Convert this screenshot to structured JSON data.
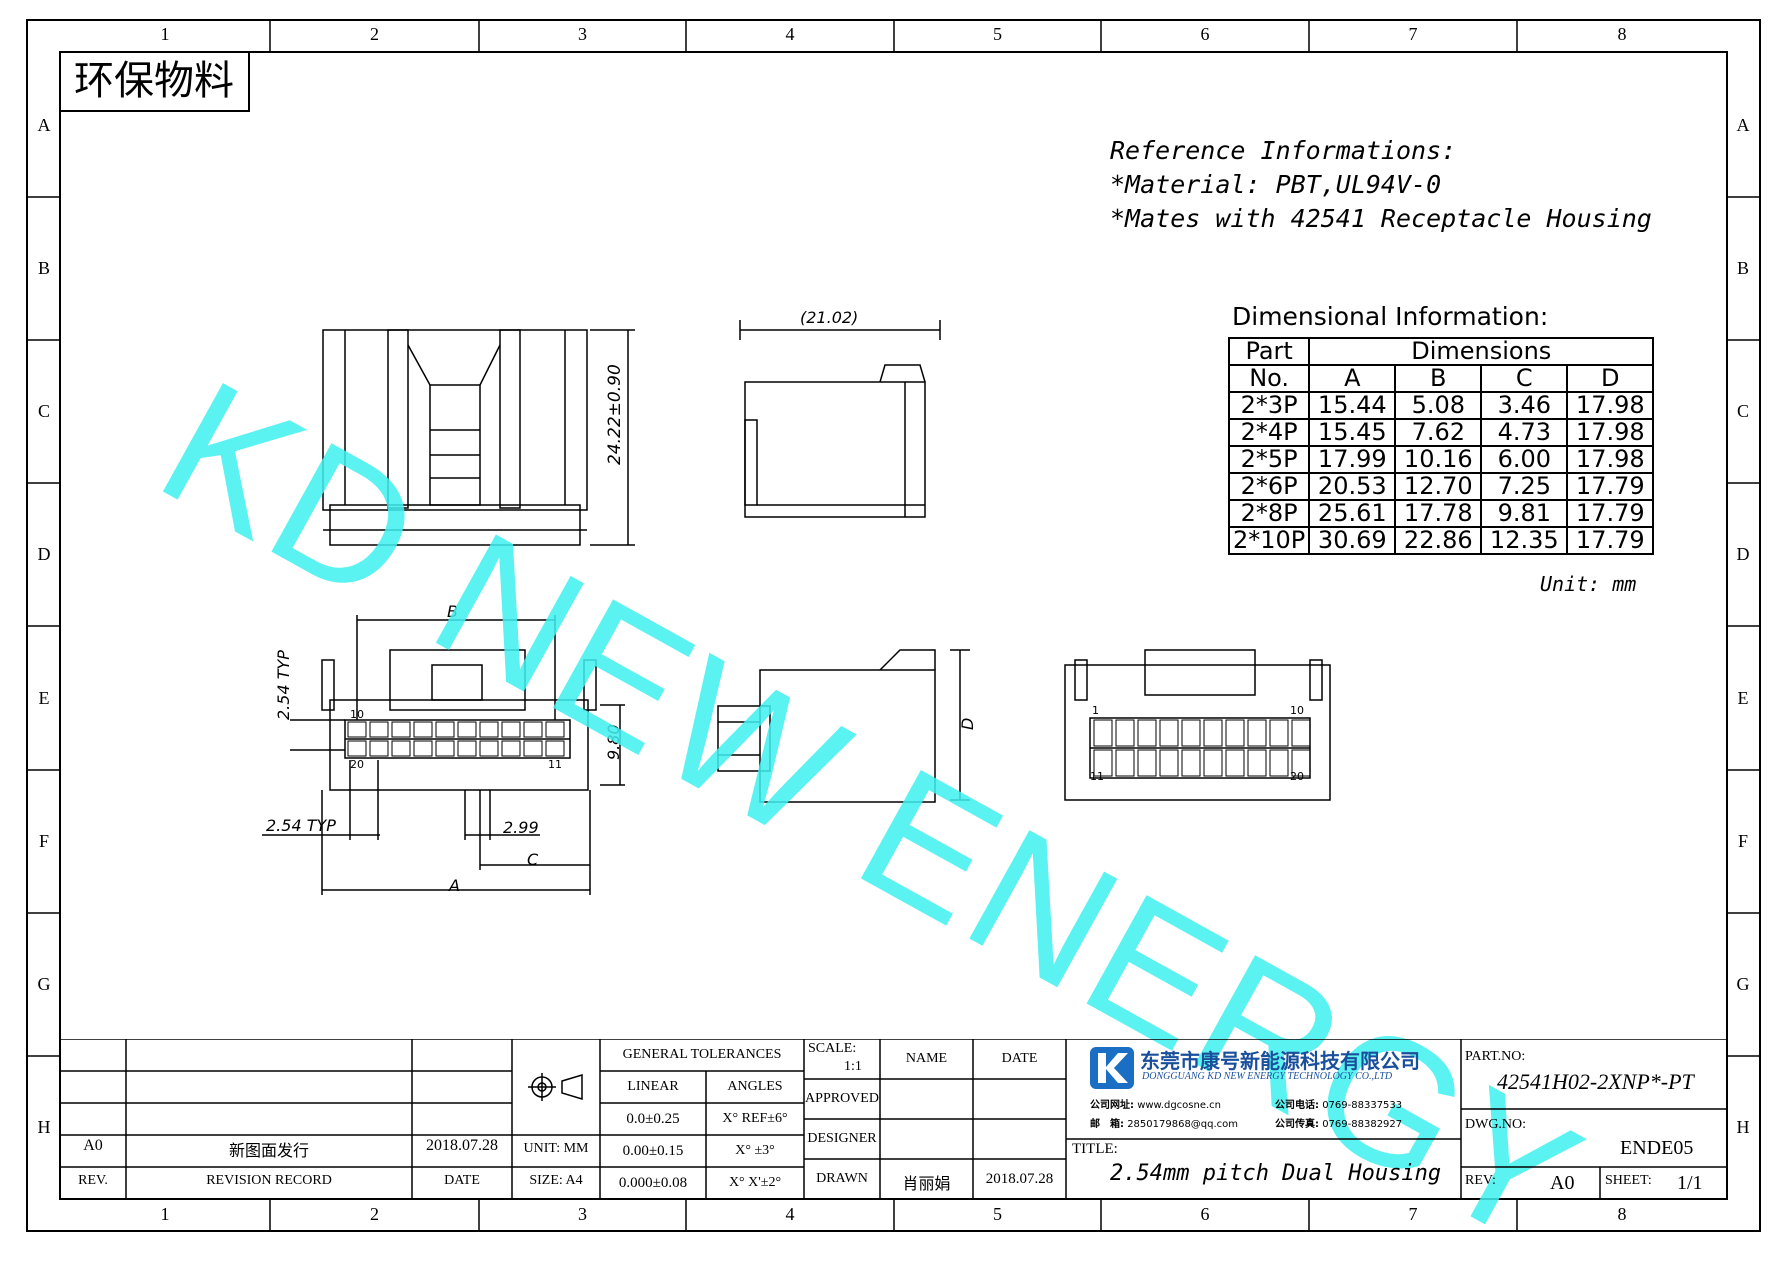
{
  "grid": {
    "columns": [
      "1",
      "2",
      "3",
      "4",
      "5",
      "6",
      "7",
      "8"
    ],
    "rows": [
      "A",
      "B",
      "C",
      "D",
      "E",
      "F",
      "G",
      "H"
    ]
  },
  "stamp": "环保物料",
  "reference": {
    "title": "Reference Informations:",
    "material": "*Material: PBT,UL94V-0",
    "mates": "*Mates with 42541  Receptacle Housing"
  },
  "dimensional": {
    "title": "Dimensional  Information:",
    "header_part": "Part",
    "header_no": "No.",
    "header_dims": "Dimensions",
    "columns": [
      "A",
      "B",
      "C",
      "D"
    ],
    "rows": [
      {
        "part": "2*3P",
        "a": "15.44",
        "b": "5.08",
        "c": "3.46",
        "d": "17.98"
      },
      {
        "part": "2*4P",
        "a": "15.45",
        "b": "7.62",
        "c": "4.73",
        "d": "17.98"
      },
      {
        "part": "2*5P",
        "a": "17.99",
        "b": "10.16",
        "c": "6.00",
        "d": "17.98"
      },
      {
        "part": "2*6P",
        "a": "20.53",
        "b": "12.70",
        "c": "7.25",
        "d": "17.79"
      },
      {
        "part": "2*8P",
        "a": "25.61",
        "b": "17.78",
        "c": "9.81",
        "d": "17.79"
      },
      {
        "part": "2*10P",
        "a": "30.69",
        "b": "22.86",
        "c": "12.35",
        "d": "17.79"
      }
    ],
    "unit": "Unit: mm"
  },
  "drawing_labels": {
    "height": "24.22±0.90",
    "width": "(21.02)",
    "b": "B",
    "a": "A",
    "c": "C",
    "d": "D",
    "typ_v": "2.54 TYP",
    "typ_h": "2.54  TYP",
    "pitch": "2.99",
    "row_h": "9.80",
    "pin10": "10",
    "pin20": "20",
    "pin11": "11",
    "pin1": "1"
  },
  "watermark": "KD NEW ENERGY",
  "title_block": {
    "rev_code": "A0",
    "rev_desc": "新图面发行",
    "rev_date": "2018.07.28",
    "hdr_rev": "REV.",
    "hdr_record": "REVISION RECORD",
    "hdr_date": "DATE",
    "unit": "UNIT: MM",
    "size": "SIZE: A4",
    "gen_tol": "GENERAL TOLERANCES",
    "linear": "LINEAR",
    "angles": "ANGLES",
    "tol1": "0.0±0.25",
    "tol2": "0.00±0.15",
    "tol3": "0.000±0.08",
    "ang1": "X° REF±6°",
    "ang2": "X° ±3°",
    "ang3": "X° X'±2°",
    "scale_lbl": "SCALE:",
    "scale_val": "1:1",
    "name": "NAME",
    "date": "DATE",
    "approved": "APPROVED",
    "designer": "DESIGNER",
    "drawn": "DRAWN",
    "drawn_name": "肖丽娟",
    "drawn_date": "2018.07.28",
    "company_cn": "东莞市康号新能源科技有限公司",
    "company_en": "DONGGUANG KD NEW ENERGY TECHNOLOGY CO.,LTD",
    "web_lbl": "公司网址:",
    "web_val": "www.dgcosne.cn",
    "tel_lbl": "公司电话:",
    "tel_val": "0769-88337533",
    "mail_lbl": "邮　箱:",
    "mail_val": "2850179868@qq.com",
    "fax_lbl": "公司传真:",
    "fax_val": "0769-88382927",
    "title_lbl": "TITLE:",
    "title_val": "2.54mm pitch Dual Housing",
    "part_lbl": "PART.NO:",
    "part_val": "42541H02-2XNP*-PT",
    "dwg_lbl": "DWG.NO:",
    "dwg_val": "ENDE05",
    "rev_lbl": "REV:",
    "rev_val": "A0",
    "sheet_lbl": "SHEET:",
    "sheet_val": "1/1"
  }
}
